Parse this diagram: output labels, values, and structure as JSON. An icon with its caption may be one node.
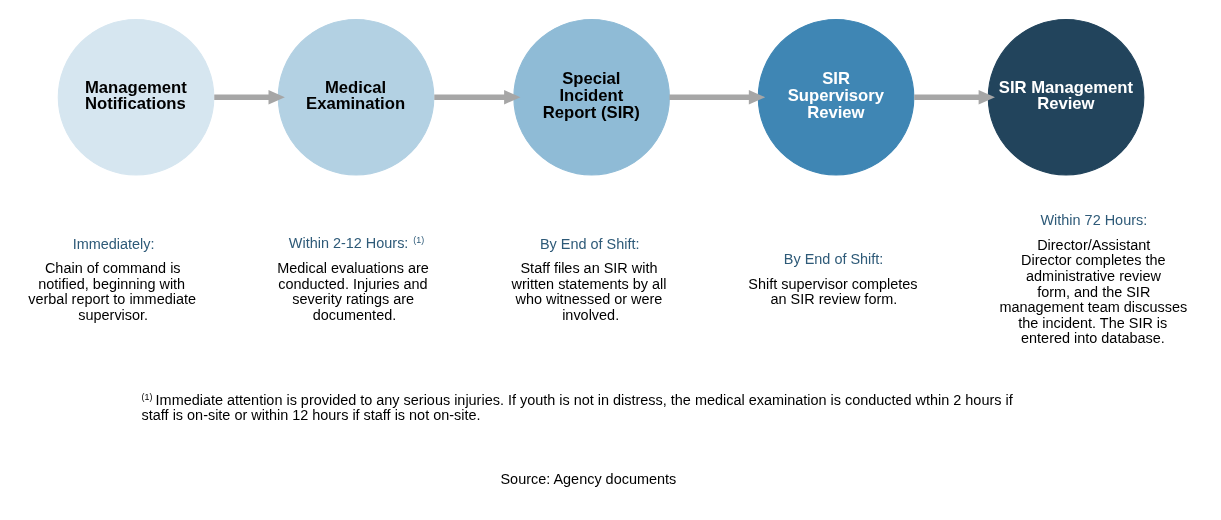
{
  "diagram": {
    "nodes": [
      {
        "text": [
          "Management Notifications"
        ],
        "beside": [
          "Immediately:",
          "Chain of command is notified, beginning with verbal report to immediate supervisor."
        ]
      },
      {
        "text": [
          "Medical Examination"
        ],
        "beside": [
          "Within 2-12 Hours:$^{(1)}$",
          "Medical evaluations are conducted. Injuries and severity ratings are documented."
        ]
      },
      {
        "text": [
          "Special Incident Report (SIR)"
        ],
        "beside": [
          "By End of Shift:",
          "Staff files an SIR with written statements by all who witnessed or were involved."
        ]
      },
      {
        "text": [
          "SIR Supervisory Review"
        ],
        "beside": [
          "By End of Shift:",
          "Shift supervisor completes an SIR review form."
        ]
      },
      {
        "text": [
          "SIR Management Review"
        ],
        "beside": [
          "Within 72 Hours:",
          "Director/Assistant Director completes the administrative review form, and the SIR management team discusses the incident. The SIR is entered into database."
        ]
      }
    ],
    "edges": [
      {
        "from": 0,
        "to": 1,
        "arrow": "to"
      },
      {
        "from": 1,
        "to": 2,
        "arrow": "to"
      },
      {
        "from": 2,
        "to": 3,
        "arrow": "to"
      },
      {
        "from": 3,
        "to": 4,
        "arrow": "to"
      }
    ],
    "labels": [
      "$^{(1)}$ Immediate attention is provided to any serious injuries. If youth is not in distress, the medical examination is conducted wthin 2 hours if staff is on-site or within 12 hours if staff is not on-site.",
      "Source: Agency documents"
    ]
  }
}
